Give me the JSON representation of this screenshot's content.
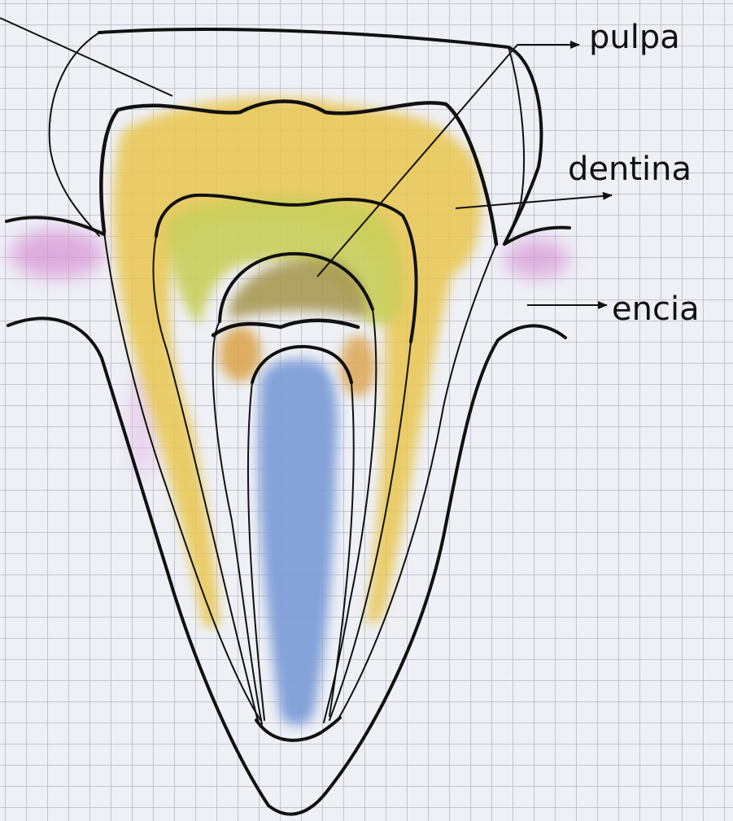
{
  "labels": {
    "pulpa": "pulpa",
    "dentina": "dentina",
    "encia": "encia"
  },
  "colors": {
    "paper": "#eef0f6",
    "grid": "#a9adb8",
    "ink": "#111111",
    "dentin_yellow": "#e9c64f",
    "inner_green": "#c9cf5a",
    "pulp_olive": "#a99a55",
    "orange": "#dca24a",
    "root_canal_blue": "#7f9fd8",
    "gum_pink": "#d896d6"
  }
}
